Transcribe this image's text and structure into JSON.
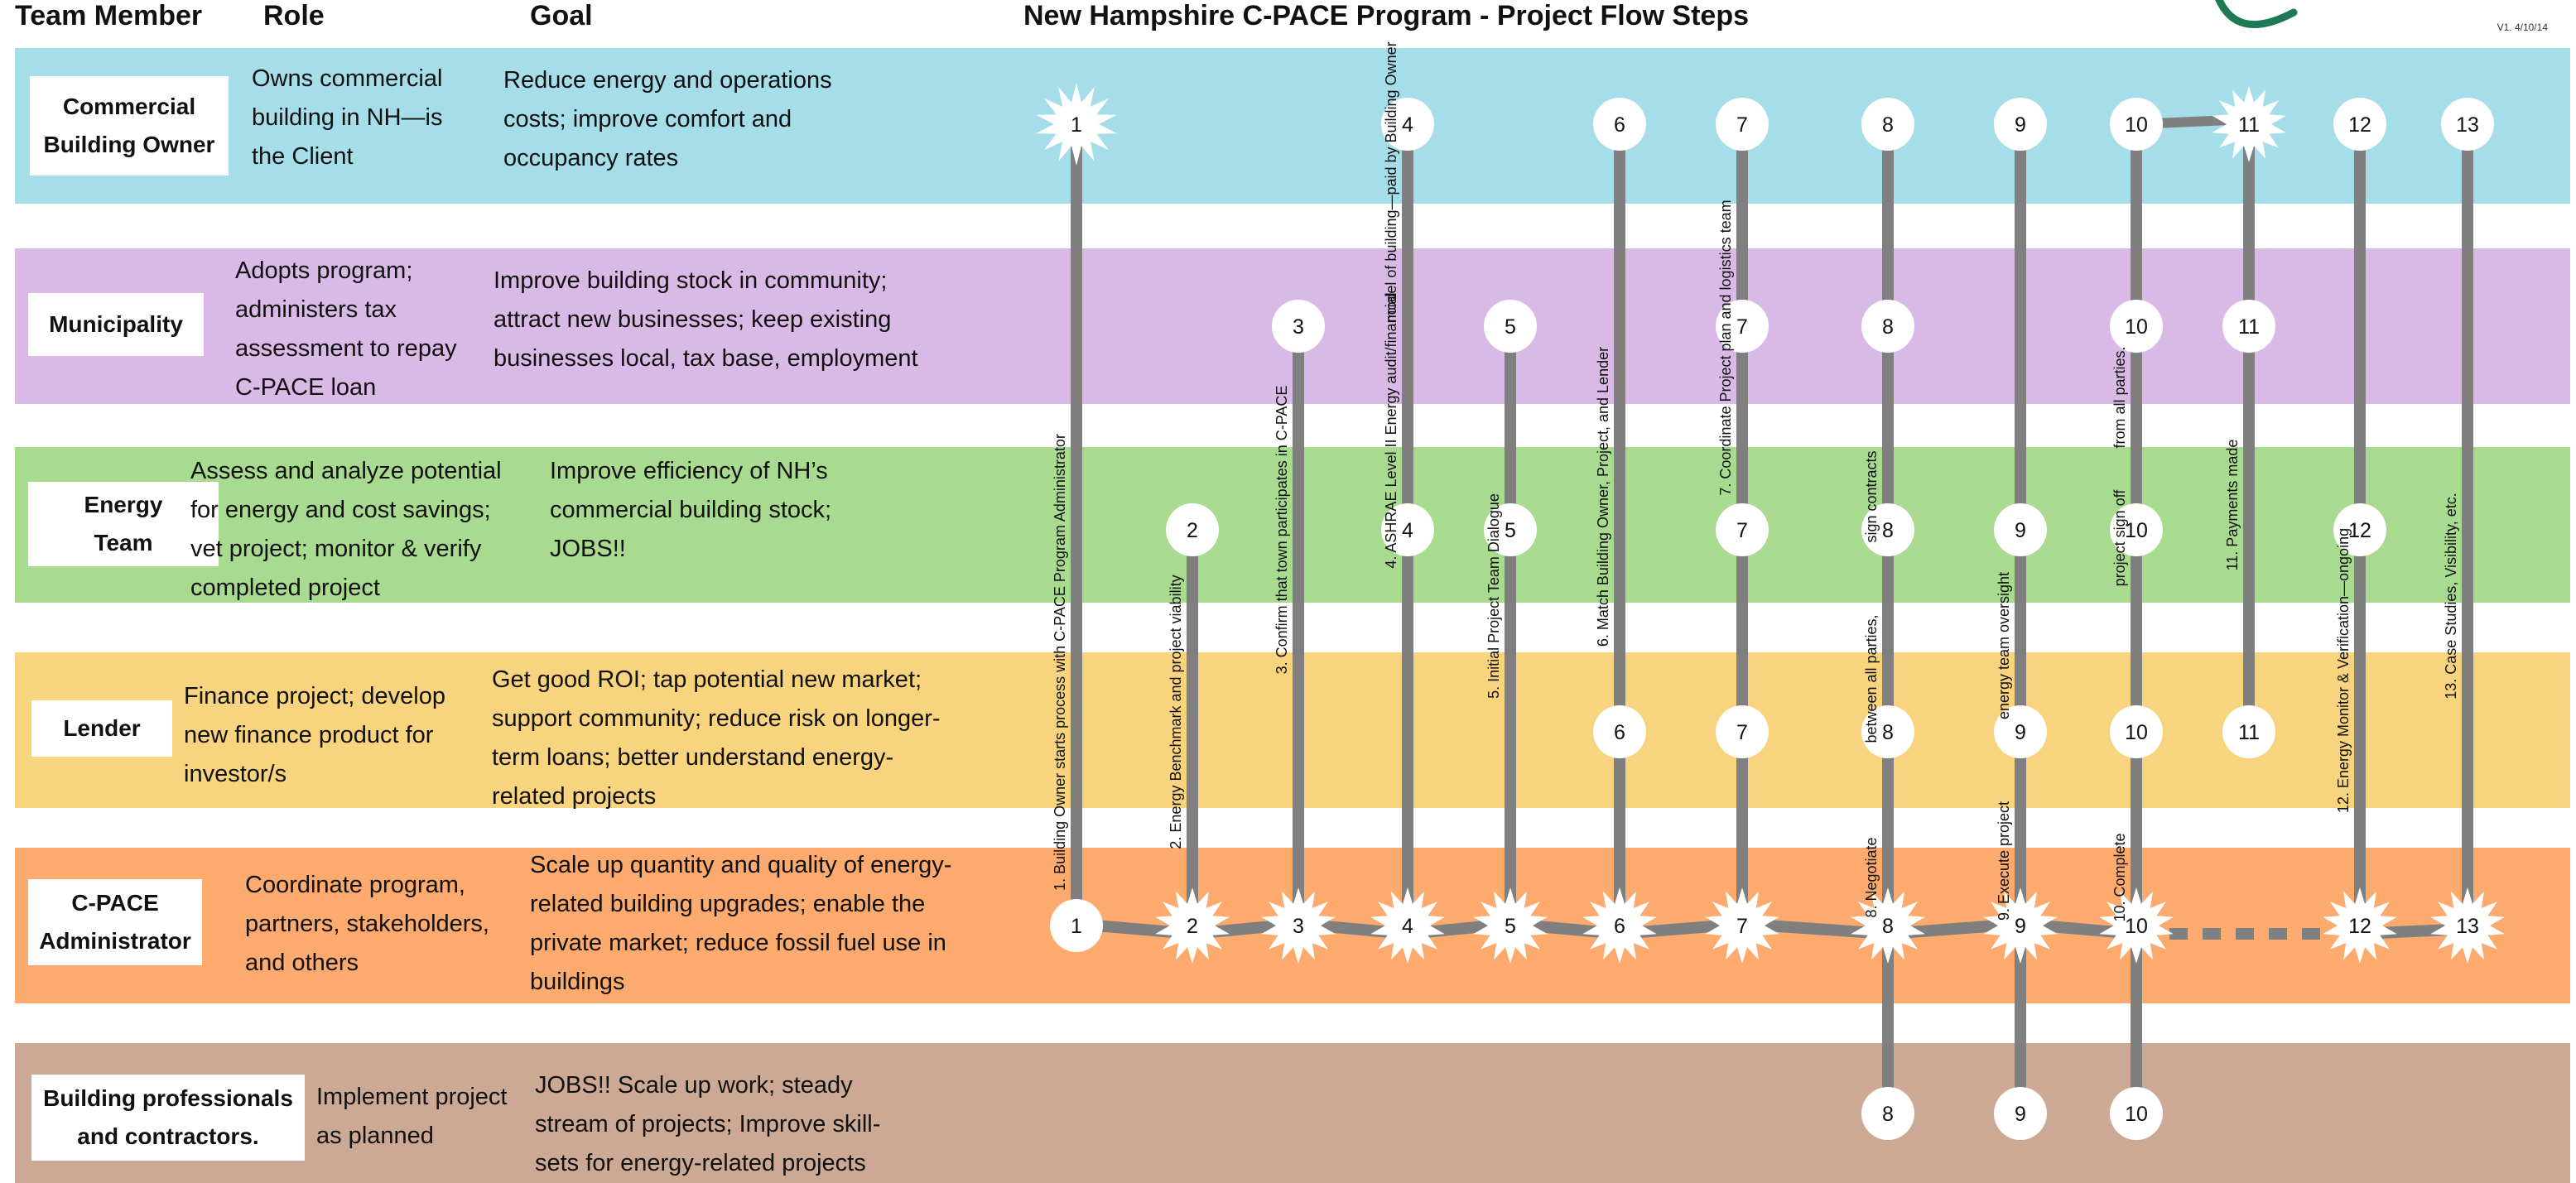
{
  "headers": {
    "team_member": "Team Member",
    "role": "Role",
    "goal": "Goal",
    "title": "New Hampshire C-PACE Program - Project Flow Steps",
    "version": "V1. 4/10/14"
  },
  "rows": [
    {
      "member": "Commercial\nBuilding Owner",
      "role": "Owns commercial\nbuilding in NH—is\nthe Client",
      "goal": "Reduce energy and operations\ncosts; improve comfort and\noccupancy rates",
      "color": "#a5dde8"
    },
    {
      "member": "Municipality",
      "role": "Adopts program;\nadministers tax\nassessment to repay\nC-PACE loan",
      "goal": "Improve building stock in community;\nattract new businesses; keep existing\nbusinesses local, tax base, employment",
      "color": "#d9b9e6"
    },
    {
      "member": "Energy\nTeam",
      "role": "Assess and analyze potential\nfor energy and cost savings;\nvet project;  monitor & verify\ncompleted project",
      "goal": "Improve efficiency of NH’s\ncommercial building stock;\nJOBS!!",
      "color": "#a8da90"
    },
    {
      "member": "Lender",
      "role": "Finance project; develop\nnew finance product for\ninvestor/s",
      "goal": "Get good ROI; tap potential new market;\nsupport community; reduce risk on longer-\nterm loans; better understand energy-\nrelated projects",
      "color": "#f9d47e"
    },
    {
      "member": "C-PACE\nAdministrator",
      "role": "Coordinate program,\npartners, stakeholders,\nand others",
      "goal": "Scale up quantity and quality of energy-\nrelated building upgrades; enable the\nprivate market; reduce fossil fuel use in\nbuildings",
      "color": "#fdaa6e"
    },
    {
      "member": "Building professionals\nand contractors.",
      "role": "Implement project\nas planned",
      "goal": "JOBS!! Scale up work; steady\nstream of projects; Improve skill-\nsets for energy-related projects",
      "color": "#cca994"
    }
  ],
  "steps": [
    {
      "n": "1",
      "text": "1. Building Owner starts process with C-PACE Program Administrator",
      "rows": [
        0,
        4
      ],
      "star": [
        0
      ]
    },
    {
      "n": "2",
      "text": "2. Energy Benchmark and project viability",
      "rows": [
        2,
        4
      ],
      "star": [
        4
      ]
    },
    {
      "n": "3",
      "text": "3. Confirm that town participates in C-PACE",
      "rows": [
        1,
        4
      ],
      "star": [
        4
      ]
    },
    {
      "n": "4",
      "text": "4. ASHRAE Level II Energy audit/financial",
      "text2": "model  of building—paid by Building Owner",
      "rows": [
        0,
        2,
        4
      ],
      "star": [
        4
      ]
    },
    {
      "n": "5",
      "text": "5. Initial Project Team  Dialogue",
      "rows": [
        1,
        2,
        4
      ],
      "star": [
        4
      ]
    },
    {
      "n": "6",
      "text": "6. Match Building Owner, Project, and Lender",
      "rows": [
        0,
        3,
        4
      ],
      "star": [
        4
      ]
    },
    {
      "n": "7",
      "text": "7. Coordinate Project plan and logistics team",
      "rows": [
        0,
        1,
        2,
        3,
        4
      ],
      "star": [
        4
      ]
    },
    {
      "n": "8",
      "text": "8. Negotiate",
      "text2": "between all parties,",
      "text3": "sign contracts",
      "rows": [
        0,
        1,
        2,
        3,
        4,
        5
      ],
      "star": [
        4
      ]
    },
    {
      "n": "9",
      "text": "9. Execute project",
      "text2": "energy team oversight",
      "rows": [
        0,
        2,
        3,
        4,
        5
      ],
      "star": [
        4
      ]
    },
    {
      "n": "10",
      "text": "10. Complete",
      "text2": "project  sign off",
      "text3": "from all parties.",
      "rows": [
        0,
        1,
        2,
        3,
        4,
        5
      ],
      "star": [
        4
      ]
    },
    {
      "n": "11",
      "text": "11. Payments made",
      "rows": [
        0,
        1,
        3
      ],
      "star": [
        0
      ]
    },
    {
      "n": "12",
      "text": "12. Energy Monitor & Verification—ongoing",
      "rows": [
        0,
        2,
        4
      ],
      "star": [
        4
      ]
    },
    {
      "n": "13",
      "text": "13. Case Studies, Visibility, etc.",
      "rows": [
        0,
        4
      ],
      "star": [
        4
      ]
    }
  ],
  "colors": {
    "connector": "#7f7f7f",
    "node_fill": "#ffffff",
    "logo": "#1e7a55"
  }
}
